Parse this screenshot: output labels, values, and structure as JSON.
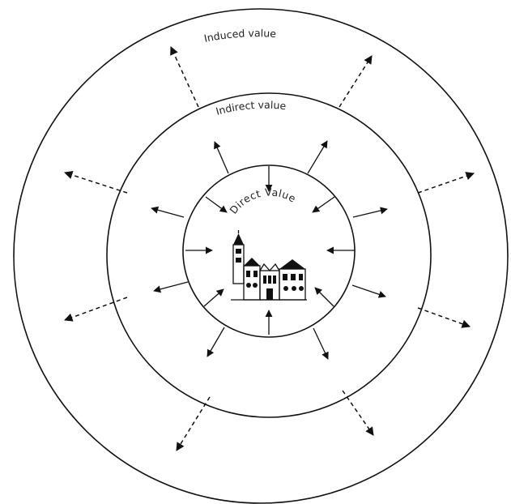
{
  "labels": {
    "induced": "Induced value",
    "indirect": "Indirect value",
    "direct": "Direct Value"
  },
  "icons": {
    "center": "building-icon"
  }
}
